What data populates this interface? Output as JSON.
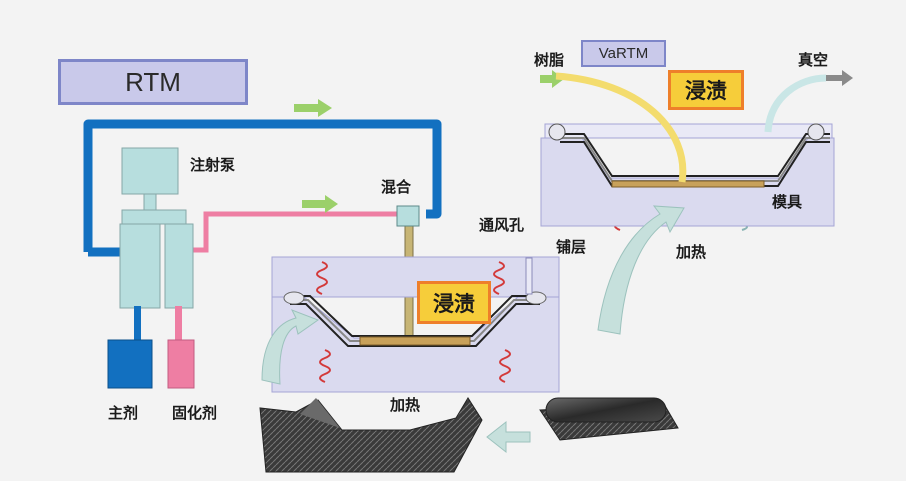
{
  "labels": {
    "rtm": "RTM",
    "vartm": "VaRTM",
    "injection_pump": "注射泵",
    "mixing": "混合",
    "main_agent": "主剂",
    "curing_agent": "固化剂",
    "vent": "通风孔",
    "impregnation_rtm": "浸渍",
    "heating_rtm": "加热",
    "resin": "树脂",
    "vacuum": "真空",
    "impregnation_vartm": "浸渍",
    "mold": "模具",
    "layup": "铺层",
    "heating_vartm": "加热"
  },
  "colors": {
    "resin_line": "#1270c0",
    "hardener_line": "#ee7ea3",
    "mold": "#dadaef",
    "impregnation_box": "#f6cd3a",
    "arrow_green": "#9bd06a",
    "heater": "#d33a3a"
  },
  "icons": [
    "flow-arrow-icon",
    "heater-coil-icon",
    "curved-arrow-icon",
    "carbon-fiber-roll-icon"
  ]
}
